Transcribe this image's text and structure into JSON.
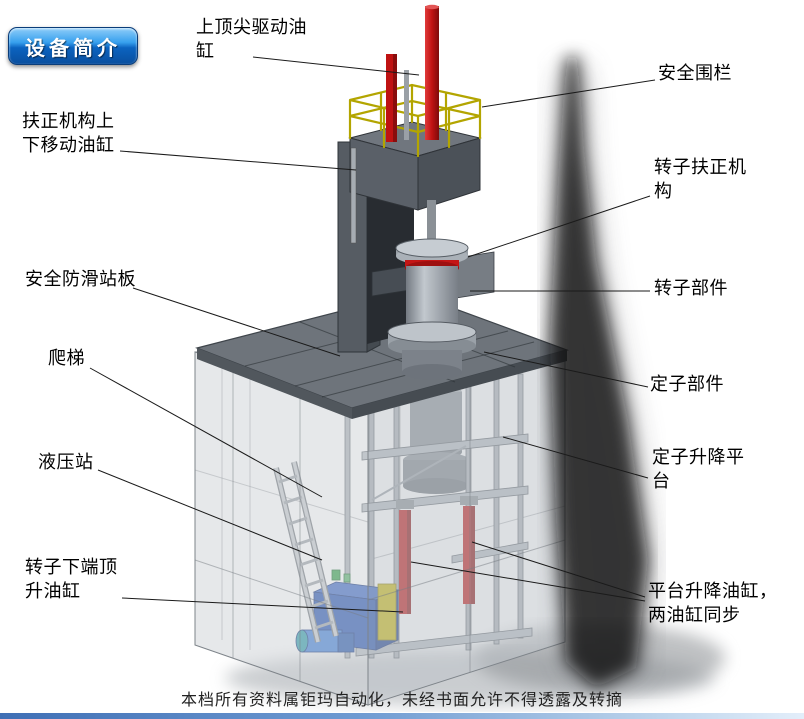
{
  "badge": {
    "label": "设备简介"
  },
  "callouts": {
    "top_drive": {
      "text": "上顶尖驱动油缸"
    },
    "fence": {
      "text": "安全围栏"
    },
    "centering_move": {
      "text": "扶正机构上下移动油缸"
    },
    "rotor_centering": {
      "text": "转子扶正机构"
    },
    "antislip": {
      "text": "安全防滑站板"
    },
    "rotor": {
      "text": "转子部件"
    },
    "ladder": {
      "text": "爬梯"
    },
    "stator": {
      "text": "定子部件"
    },
    "hydraulic": {
      "text": "液压站"
    },
    "stator_lift": {
      "text": "定子升降平台"
    },
    "rotor_jack": {
      "text": "转子下端顶升油缸"
    },
    "platform_lift": {
      "text": "平台升降油缸，两油缸同步"
    }
  },
  "footer": {
    "text": "本档所有资料属钜玛自动化，未经书面允许不得透露及转摘"
  },
  "colors": {
    "badge_blue": "#0b63c0",
    "cylinder_red": "#c01414",
    "railing_yellow": "#b3a500",
    "hydraulic_blue": "#2350b0",
    "hydraulic_yellow": "#c9b80a",
    "platform_gray": "#6e747b",
    "enclosure_gray": "#c8ccd2"
  }
}
